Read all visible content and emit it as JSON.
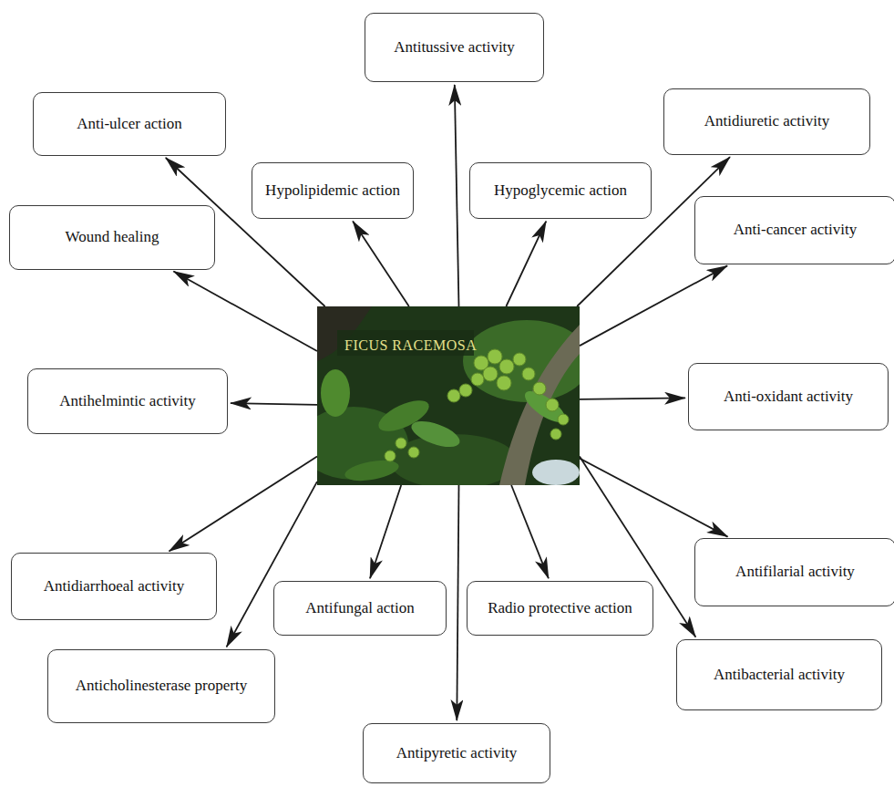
{
  "diagram": {
    "nodes": [
      {
        "text": [
          "Antitussive activity"
        ]
      },
      {
        "text": [
          "Antidiuretic activity"
        ]
      },
      {
        "text": [
          "Anti-ulcer action"
        ]
      },
      {
        "text": [
          "Hypolipidemic action"
        ]
      },
      {
        "text": [
          "Hypoglycemic action"
        ]
      },
      {
        "text": [
          "Anti-cancer activity"
        ]
      },
      {
        "text": [
          "Wound healing"
        ]
      },
      {
        "text": [
          "FICUS RACEMOSA"
        ]
      },
      {
        "text": [
          "Anti-oxidant activity"
        ]
      },
      {
        "text": [
          "Antihelmintic  activity"
        ]
      },
      {
        "text": [
          "Antifilarial activity"
        ]
      },
      {
        "text": [
          "Antidiarrhoeal activity"
        ]
      },
      {
        "text": [
          "Antifungal  action"
        ]
      },
      {
        "text": [
          "Radio protective action"
        ]
      },
      {
        "text": [
          "Antibacterial activity"
        ]
      },
      {
        "text": [
          "Anticholinesterase property"
        ]
      },
      {
        "text": [
          "Antipyretic activity"
        ]
      }
    ],
    "edges": [
      {
        "from": 7,
        "to": 0,
        "arrow": "to"
      },
      {
        "from": 7,
        "to": 1,
        "arrow": "to"
      },
      {
        "from": 7,
        "to": 2,
        "arrow": "to"
      },
      {
        "from": 7,
        "to": 3,
        "arrow": "to"
      },
      {
        "from": 7,
        "to": 4,
        "arrow": "to"
      },
      {
        "from": 7,
        "to": 5,
        "arrow": "to"
      },
      {
        "from": 7,
        "to": 6,
        "arrow": "to"
      },
      {
        "from": 7,
        "to": 8,
        "arrow": "to"
      },
      {
        "from": 7,
        "to": 9,
        "arrow": "to"
      },
      {
        "from": 7,
        "to": 10,
        "arrow": "to"
      },
      {
        "from": 7,
        "to": 11,
        "arrow": "to"
      },
      {
        "from": 7,
        "to": 12,
        "arrow": "to"
      },
      {
        "from": 7,
        "to": 13,
        "arrow": "to"
      },
      {
        "from": 7,
        "to": 14,
        "arrow": "to"
      },
      {
        "from": 7,
        "to": 15,
        "arrow": "to"
      },
      {
        "from": 7,
        "to": 16,
        "arrow": "to"
      }
    ]
  }
}
